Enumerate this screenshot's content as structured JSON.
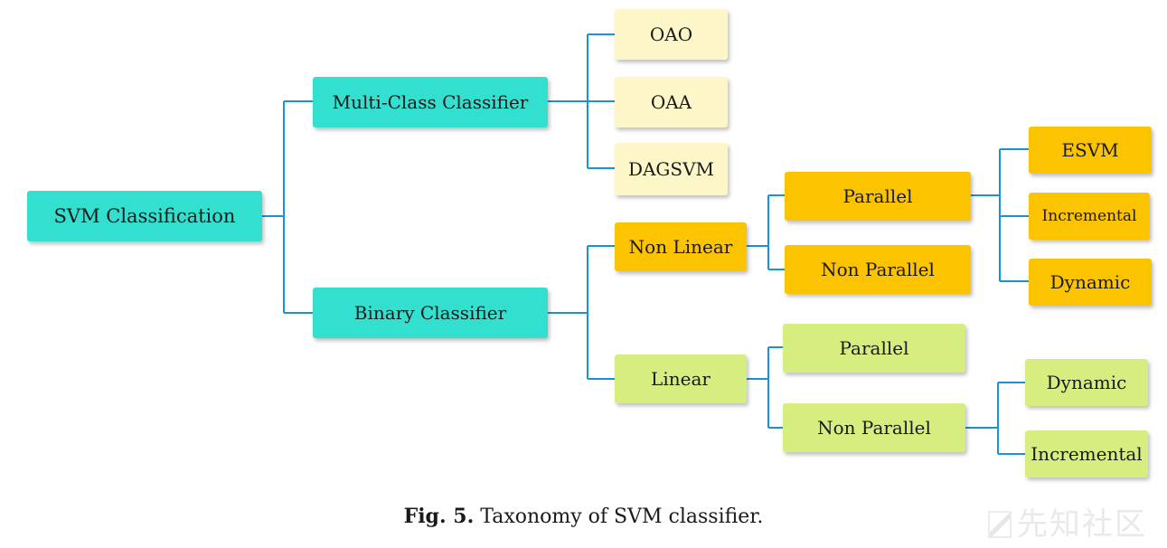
{
  "diagram": {
    "root": "SVM Classification",
    "multi_class": {
      "label": "Multi-Class Classifier",
      "children": [
        "OAO",
        "OAA",
        "DAGSVM"
      ]
    },
    "binary": {
      "label": "Binary Classifier",
      "non_linear": {
        "label": "Non Linear",
        "parallel": {
          "label": "Parallel",
          "children": [
            "ESVM",
            "Incremental",
            "Dynamic"
          ]
        },
        "non_parallel": "Non Parallel"
      },
      "linear": {
        "label": "Linear",
        "parallel": "Parallel",
        "non_parallel": {
          "label": "Non Parallel",
          "children": [
            "Dynamic",
            "Incremental"
          ]
        }
      }
    },
    "colors": {
      "root_and_level1": "#33e0d0",
      "multi_class_leaves": "#fdf6c8",
      "non_linear_branch": "#fcc400",
      "linear_branch": "#d6ee80",
      "connector": "#1a93d6"
    }
  },
  "caption": {
    "label": "Fig. 5.",
    "text": "Taxonomy of SVM classifier."
  },
  "watermark": {
    "text": "先知社区"
  }
}
